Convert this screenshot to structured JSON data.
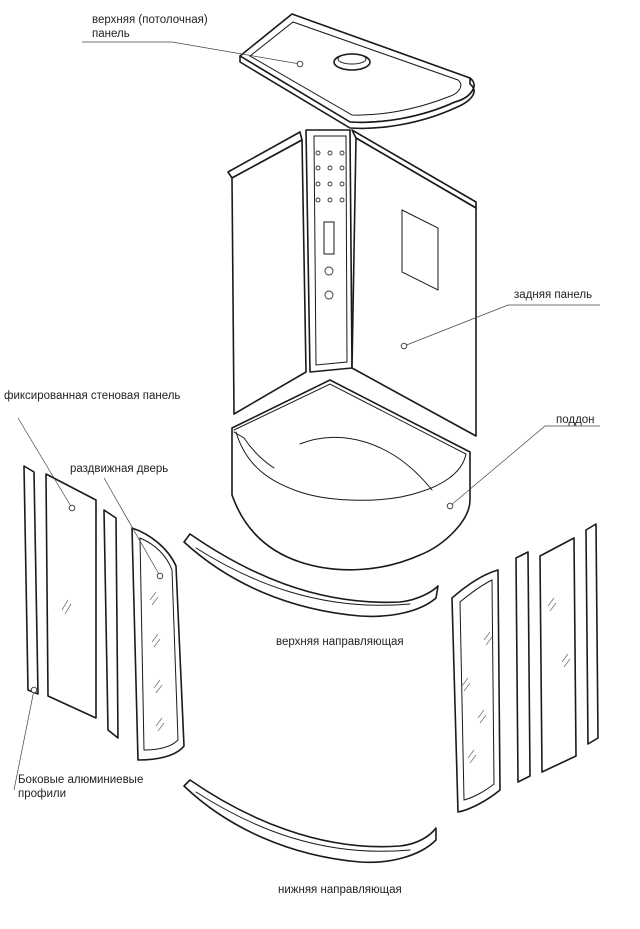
{
  "labels": {
    "ceiling_panel_line1": "верхняя (потолочная)",
    "ceiling_panel_line2": "панель",
    "back_panel": "задняя панель",
    "fixed_wall_panel": "фиксированная стеновая панель",
    "tray": "поддон",
    "sliding_door": "раздвижная дверь",
    "upper_guide": "верхняя направляющая",
    "side_profiles_line1": "Боковые алюминиевые",
    "side_profiles_line2": "профили",
    "lower_guide": "нижняя направляющая"
  },
  "colors": {
    "stroke": "#1a1a1a",
    "text": "#222222",
    "background": "#ffffff"
  }
}
